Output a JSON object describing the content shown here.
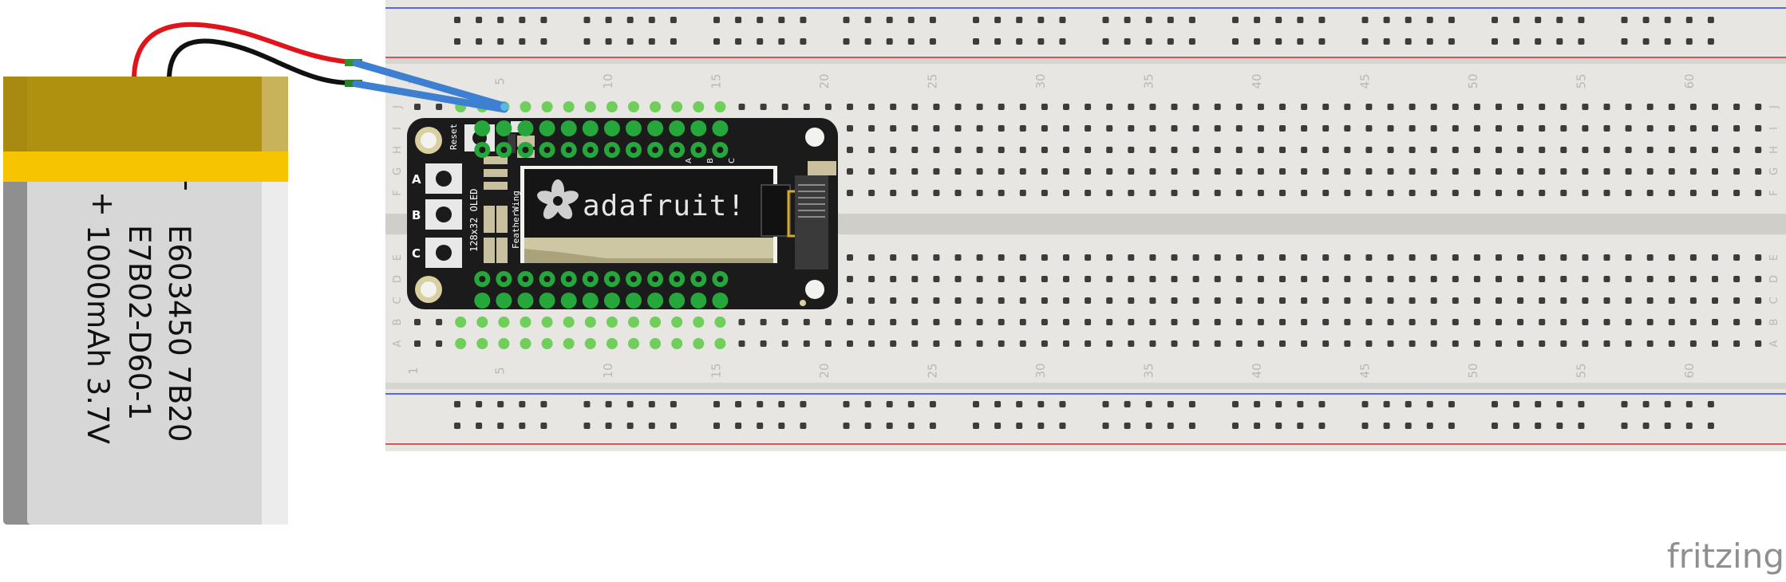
{
  "breadboard": {
    "columns": [
      "1",
      "5",
      "10",
      "15",
      "20",
      "25",
      "30",
      "35",
      "40",
      "45",
      "50",
      "55",
      "60"
    ],
    "rows_top": [
      "J",
      "I",
      "H",
      "G",
      "F"
    ],
    "rows_bottom": [
      "E",
      "D",
      "C",
      "B",
      "A"
    ]
  },
  "battery": {
    "label_lines": [
      "E603450 7B20",
      "E7B02-D60-1",
      "1000mAh 3.7V"
    ],
    "minus": "-",
    "plus": "+"
  },
  "oled_wing": {
    "logo": "adafruit!",
    "buttons": [
      "A",
      "B",
      "C"
    ],
    "reset_label": "Reset",
    "size_label": "128x32 OLED",
    "wing_label": "FeatherWing",
    "pin_labels": [
      "A",
      "B",
      "C"
    ]
  },
  "watermark": "fritzing",
  "colors": {
    "board": "#e7e6e2",
    "divider": "#d2d1cc",
    "rail_red": "#d8232a",
    "rail_blue": "#2a3fd9",
    "wire": "#3d7fd1",
    "pcb": "#1b1b1c",
    "pad_green": "#25a73b",
    "battery_gold": "#a88a10",
    "battery_yellow": "#f6c400",
    "battery_body": "#d9d9d9"
  }
}
